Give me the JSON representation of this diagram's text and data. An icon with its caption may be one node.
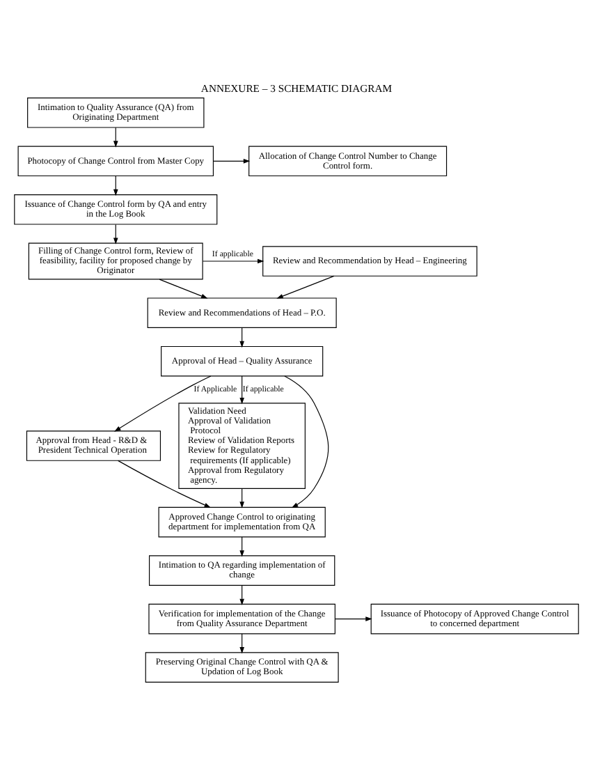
{
  "diagram": {
    "title": "ANNEXURE – 3 SCHEMATIC DIAGRAM",
    "nodes": [
      {
        "text": [
          "Intimation to Quality Assurance (QA) from Originating Department"
        ]
      },
      {
        "text": [
          "Photocopy of Change Control from Master Copy"
        ]
      },
      {
        "text": [
          "Allocation of Change Control Number to Change Control form."
        ]
      },
      {
        "text": [
          "Issuance of Change Control form by QA and entry in the Log Book"
        ]
      },
      {
        "text": [
          "Filling of Change Control form, Review of feasibility, facility for proposed change by Originator"
        ]
      },
      {
        "text": [
          "Review and Recommendation by Head – Engineering"
        ]
      },
      {
        "text": [
          "Review and Recommendations of Head – P.O."
        ]
      },
      {
        "text": [
          "Approval of Head – Quality Assurance"
        ]
      },
      {
        "text": [
          "Approval from Head - R&D & President Technical Operation"
        ]
      },
      {
        "text": [
          "Validation Need",
          "Approval of Validation Protocol",
          "Review of Validation Reports",
          "Review for Regulatory requirements (If applicable)",
          "Approval from Regulatory agency."
        ]
      },
      {
        "text": [
          "Approved Change Control to originating department for implementation from QA"
        ]
      },
      {
        "text": [
          "Intimation to QA regarding implementation of change"
        ]
      },
      {
        "text": [
          "Verification for implementation of the Change from Quality Assurance Department"
        ]
      },
      {
        "text": [
          "Issuance of Photocopy of Approved Change Control to concerned department"
        ]
      },
      {
        "text": [
          "Preserving Original Change Control with QA & Updation of Log Book"
        ]
      }
    ],
    "edges": [
      {
        "from": 0,
        "to": 1,
        "arrow": "to"
      },
      {
        "from": 1,
        "to": 2,
        "arrow": "to"
      },
      {
        "from": 1,
        "to": 3,
        "arrow": "to"
      },
      {
        "from": 3,
        "to": 4,
        "arrow": "to"
      },
      {
        "from": 4,
        "to": 5,
        "arrow": "to",
        "label": "If applicable"
      },
      {
        "from": 4,
        "to": 6,
        "arrow": "to"
      },
      {
        "from": 5,
        "to": 6,
        "arrow": "to"
      },
      {
        "from": 6,
        "to": 7,
        "arrow": "to"
      },
      {
        "from": 7,
        "to": 8,
        "arrow": "to",
        "label": "If Applicable"
      },
      {
        "from": 7,
        "to": 9,
        "arrow": "to",
        "label": "If applicable"
      },
      {
        "from": 7,
        "to": 10,
        "arrow": "to"
      },
      {
        "from": 8,
        "to": 10,
        "arrow": "to"
      },
      {
        "from": 9,
        "to": 10,
        "arrow": "to"
      },
      {
        "from": 10,
        "to": 11,
        "arrow": "to"
      },
      {
        "from": 11,
        "to": 12,
        "arrow": "to"
      },
      {
        "from": 12,
        "to": 13,
        "arrow": "to"
      },
      {
        "from": 12,
        "to": 14,
        "arrow": "to"
      }
    ]
  }
}
